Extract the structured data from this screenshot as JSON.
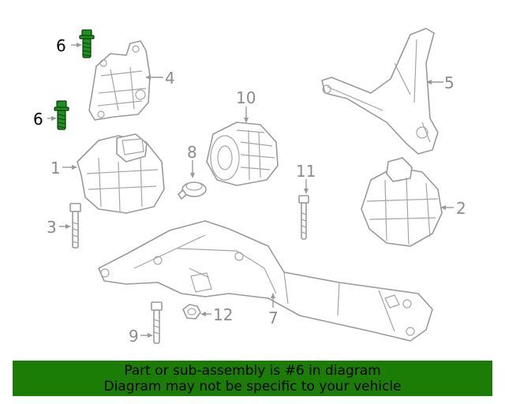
{
  "callouts": {
    "c1": "1",
    "c2": "2",
    "c3": "3",
    "c4": "4",
    "c5": "5",
    "c6a": "6",
    "c6b": "6",
    "c7": "7",
    "c8": "8",
    "c9": "9",
    "c10": "10",
    "c11": "11",
    "c12": "12"
  },
  "highlight_color": "#1f8f1f",
  "banner": {
    "line1": "Part or sub-assembly is #6 in diagram",
    "line2": "Diagram may not be specific to your vehicle",
    "background": "#1b7d06"
  }
}
